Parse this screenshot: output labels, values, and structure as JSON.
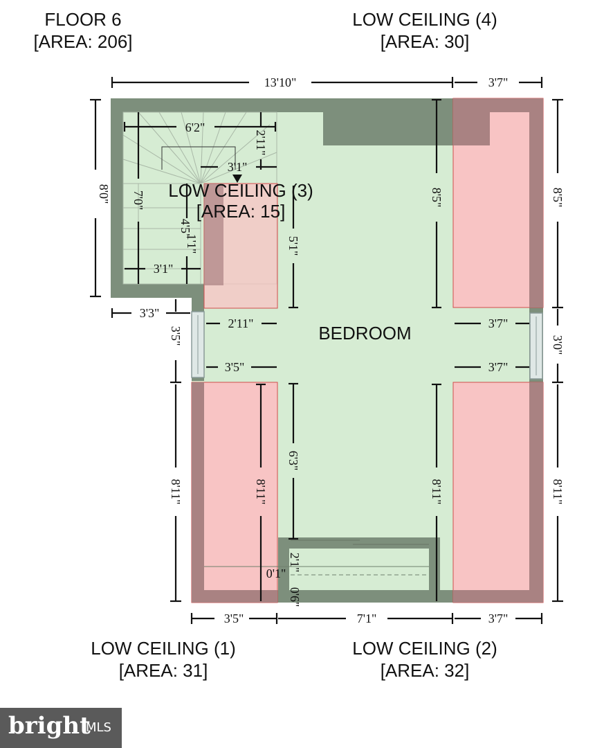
{
  "title": {
    "floor": "FLOOR 6",
    "floor_area": "[AREA: 206]"
  },
  "rooms": {
    "lc4": {
      "name": "LOW CEILING (4)",
      "area": "[AREA: 30]"
    },
    "lc3": {
      "name": "LOW CEILING (3)",
      "area": "[AREA: 15]"
    },
    "lc1": {
      "name": "LOW CEILING (1)",
      "area": "[AREA: 31]"
    },
    "lc2": {
      "name": "LOW CEILING (2)",
      "area": "[AREA: 32]"
    },
    "bedroom": {
      "name": "BEDROOM"
    }
  },
  "dims": {
    "top_main": "13'10\"",
    "top_right": "3'7\"",
    "left_top": "8'0\"",
    "stair_width": "6'2\"",
    "stair_h1": "2'11\"",
    "stair_w2": "3'1\"",
    "stair_h2": "7'0\"",
    "stair_h3": "4'5\"",
    "stair_h4": "1'1\"",
    "stair_w3": "3'1\"",
    "lc3_height": "5'1\"",
    "center_top": "8'5\"",
    "right_top": "8'5\"",
    "left_mid": "3'3\"",
    "left_window": "3'5\"",
    "mid_w1": "2'11\"",
    "mid_w2": "3'5\"",
    "right_w1": "3'7\"",
    "right_w2": "3'7\"",
    "right_window": "3'0\"",
    "center_low": "6'3\"",
    "left_low": "8'11\"",
    "lc1_inner": "8'11\"",
    "center_right_low": "8'11\"",
    "right_low": "8'11\"",
    "closet_h": "2'1\"",
    "closet_w": "0'1\"",
    "closet_d": "0'6\"",
    "bottom_left": "3'5\"",
    "bottom_mid": "7'1\"",
    "bottom_right": "3'7\""
  },
  "logo": {
    "brand": "bright",
    "suffix": "MLS"
  },
  "colors": {
    "wall": "#7d8f7c",
    "room": "#d6ecd3",
    "low_ceiling": "#f8c4c4",
    "low_ceiling_wall": "#a98282"
  }
}
